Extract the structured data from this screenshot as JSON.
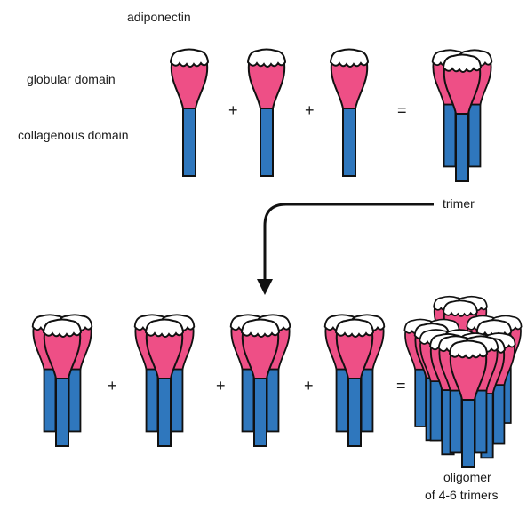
{
  "labels": {
    "adiponectin": "adiponectin",
    "globular": "globular domain",
    "collagenous": "collagenous domain",
    "trimer": "trimer",
    "oligomer_1": "oligomer",
    "oligomer_2": "of 4-6 trimers"
  },
  "operators": {
    "plus": "+",
    "equals": "="
  },
  "colors": {
    "head": "#ee4f86",
    "tail": "#2f77bd",
    "cap": "#ffffff",
    "outline": "#111111",
    "arrow": "#111111"
  }
}
